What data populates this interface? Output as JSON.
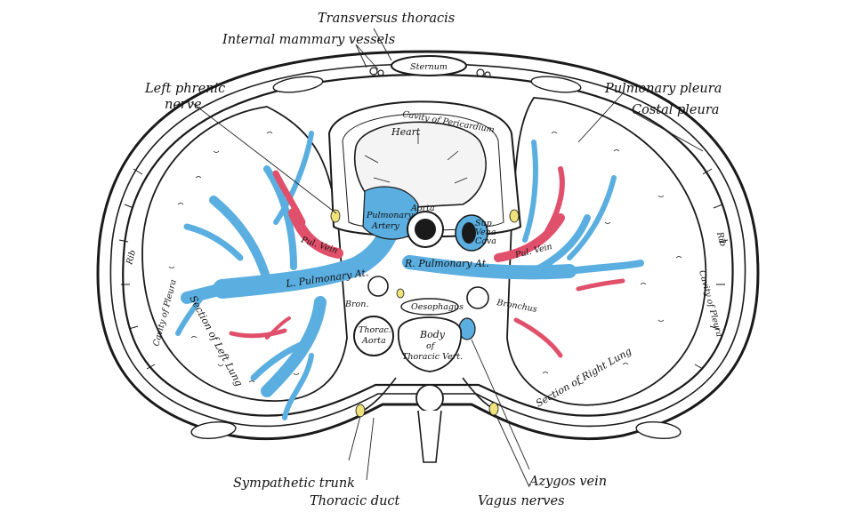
{
  "figure": {
    "labels": {
      "transversus_thoracis": "Transversus thoracis",
      "internal_mammary_vessels": "Internal mammary vessels",
      "left_phrenic_nerve_line1": "Left phrenic",
      "left_phrenic_nerve_line2": "nerve",
      "pulmonary_pleura": "Pulmonary pleura",
      "costal_pleura": "Costal pleura",
      "sympathetic_trunk": "Sympathetic trunk",
      "thoracic_duct": "Thoracic duct",
      "azygos_vein": "Azygos vein",
      "vagus_nerves": "Vagus nerves"
    },
    "internal": {
      "sternum": "Sternum",
      "heart": "Heart",
      "cavity_of_pericardium": "Cavity of Pericardium",
      "aorta": "Aorta",
      "pulmonary_artery_1": "Pulmonary",
      "pulmonary_artery_2": "Artery",
      "svc_1": "Sup.",
      "svc_2": "Vena",
      "svc_3": "Cava",
      "l_pulmonary_a": "L. Pulmonary At.",
      "r_pulmonary_a": "R. Pulmonary At.",
      "pul_vein_left": "Pul. Vein",
      "pul_vein_right": "Pul. Vein",
      "bronchus_left": "Bron.",
      "bronchus_right": "Bronchus",
      "oesophagus": "Oesophagus",
      "thoracic_aorta_1": "Thorac.",
      "thoracic_aorta_2": "Aorta",
      "body_1": "Body",
      "body_2": "of",
      "body_3": "Thoracic Vert.",
      "rib_left": "Rib",
      "rib_right": "Rib",
      "cavity_pleura_left": "Cavity of Pleura",
      "cavity_pleura_right": "Cavity of Pleura",
      "section_left_lung": "Section of Left Lung",
      "section_right_lung": "Section of Right Lung"
    },
    "colors": {
      "pulmonary_artery": "#5aaee0",
      "pulmonary_vein": "#e0506a",
      "nerve": "#efe27a",
      "ink": "#1a1a1a"
    }
  }
}
